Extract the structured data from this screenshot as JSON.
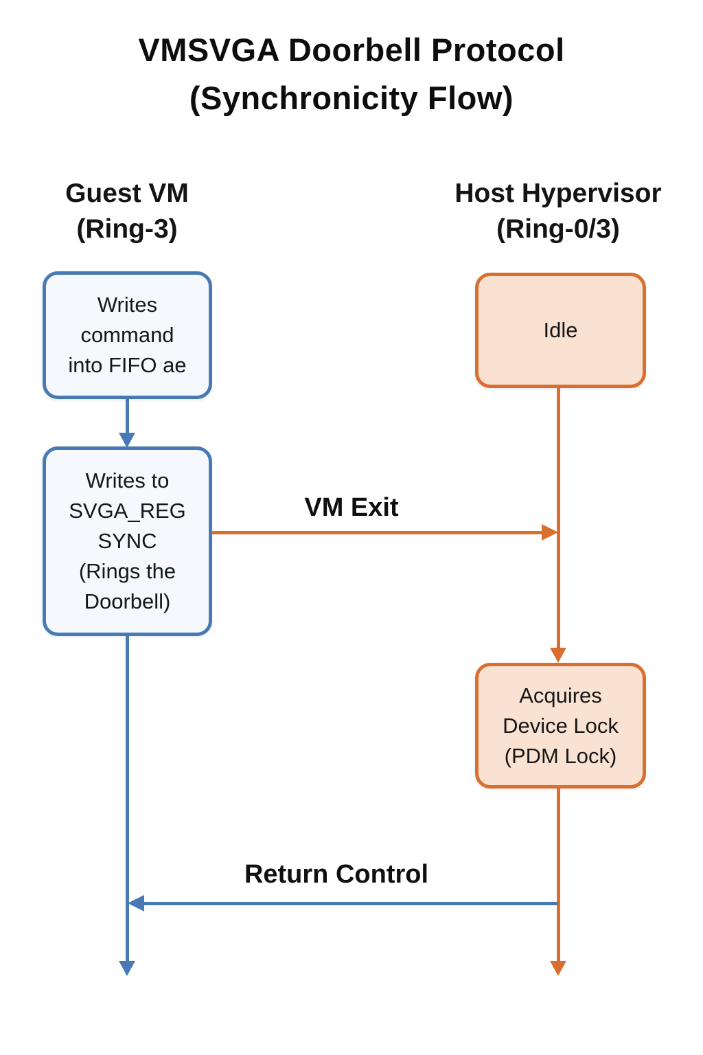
{
  "title": {
    "line1": "VMSVGA Doorbell Protocol",
    "line2": "(Synchronicity Flow)"
  },
  "lanes": {
    "guest": {
      "name": "Guest VM",
      "ring": "(Ring-3)"
    },
    "host": {
      "name": "Host Hypervisor",
      "ring": "(Ring-0/3)"
    }
  },
  "boxes": {
    "guest_fifo": {
      "lines": [
        "Writes",
        "command",
        "into FIFO ae"
      ]
    },
    "guest_sync": {
      "lines": [
        "Writes to",
        "SVGA_REG",
        "SYNC",
        "(Rings the",
        "Doorbell)"
      ]
    },
    "host_idle": {
      "lines": [
        "Idle"
      ]
    },
    "host_lock": {
      "lines": [
        "Acquires",
        "Device Lock",
        "(PDM Lock)"
      ]
    }
  },
  "arrows": {
    "vm_exit": {
      "label": "VM Exit",
      "direction": "guest-to-host"
    },
    "return_control": {
      "label": "Return Control",
      "direction": "host-to-guest"
    }
  },
  "colors": {
    "guest_stroke": "#4779b4",
    "guest_fill": "#f5f8fd",
    "host_stroke": "#d96f2e",
    "host_fill": "#fae2d2",
    "text": "#141414",
    "background": "#ffffff"
  }
}
